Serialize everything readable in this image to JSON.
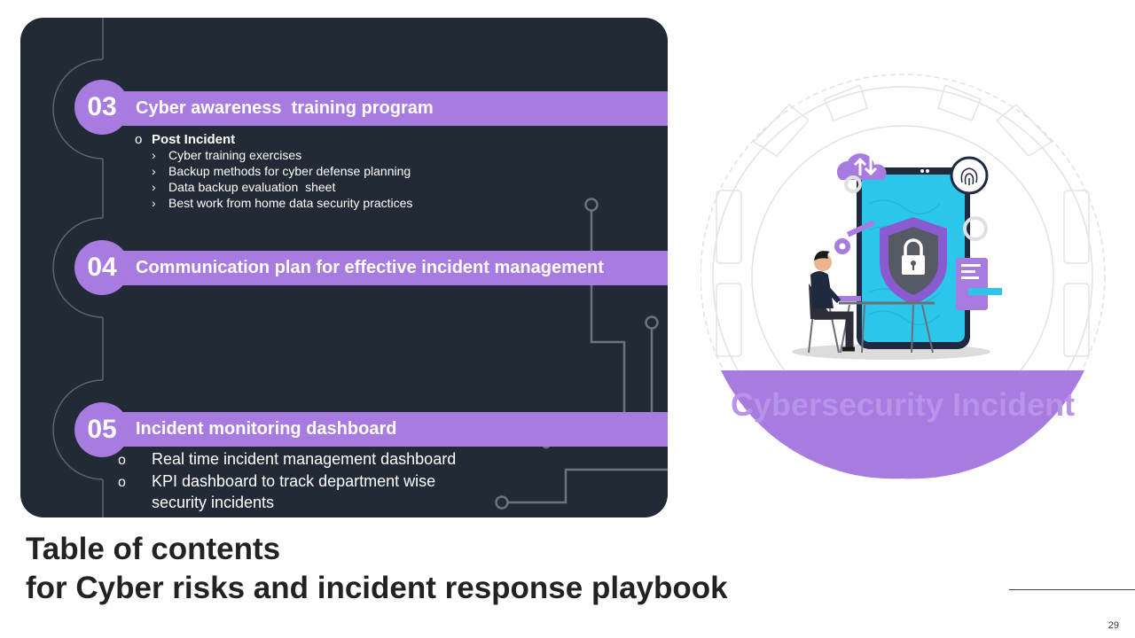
{
  "sections": [
    {
      "number": "03",
      "title": "Cyber awareness  training program",
      "subheading": "Post Incident",
      "items": [
        "Cyber training exercises",
        "Backup methods for cyber defense planning",
        "Data backup evaluation  sheet",
        "Best work from home data security practices"
      ]
    },
    {
      "number": "04",
      "title": "Communication plan for effective incident management"
    },
    {
      "number": "05",
      "title": "Incident monitoring dashboard",
      "items": [
        "Real time incident management dashboard",
        "KPI dashboard to track department wise security incidents"
      ]
    }
  ],
  "bullet_glyph": "o",
  "sub_bullet_glyph": "›",
  "title": {
    "line1": "Table of contents",
    "line2": "for Cyber risks and incident response playbook"
  },
  "illustration": {
    "label": "Cybersecurity Incident",
    "icons": [
      "cloud-sync-icon",
      "fingerprint-icon",
      "shield-lock-icon",
      "key-icon",
      "gear-icon",
      "document-icon",
      "person-at-desk-icon"
    ]
  },
  "colors": {
    "panel": "#222a36",
    "accent": "#a77be0",
    "phone_screen": "#2bc6ea"
  },
  "page_number": "29"
}
